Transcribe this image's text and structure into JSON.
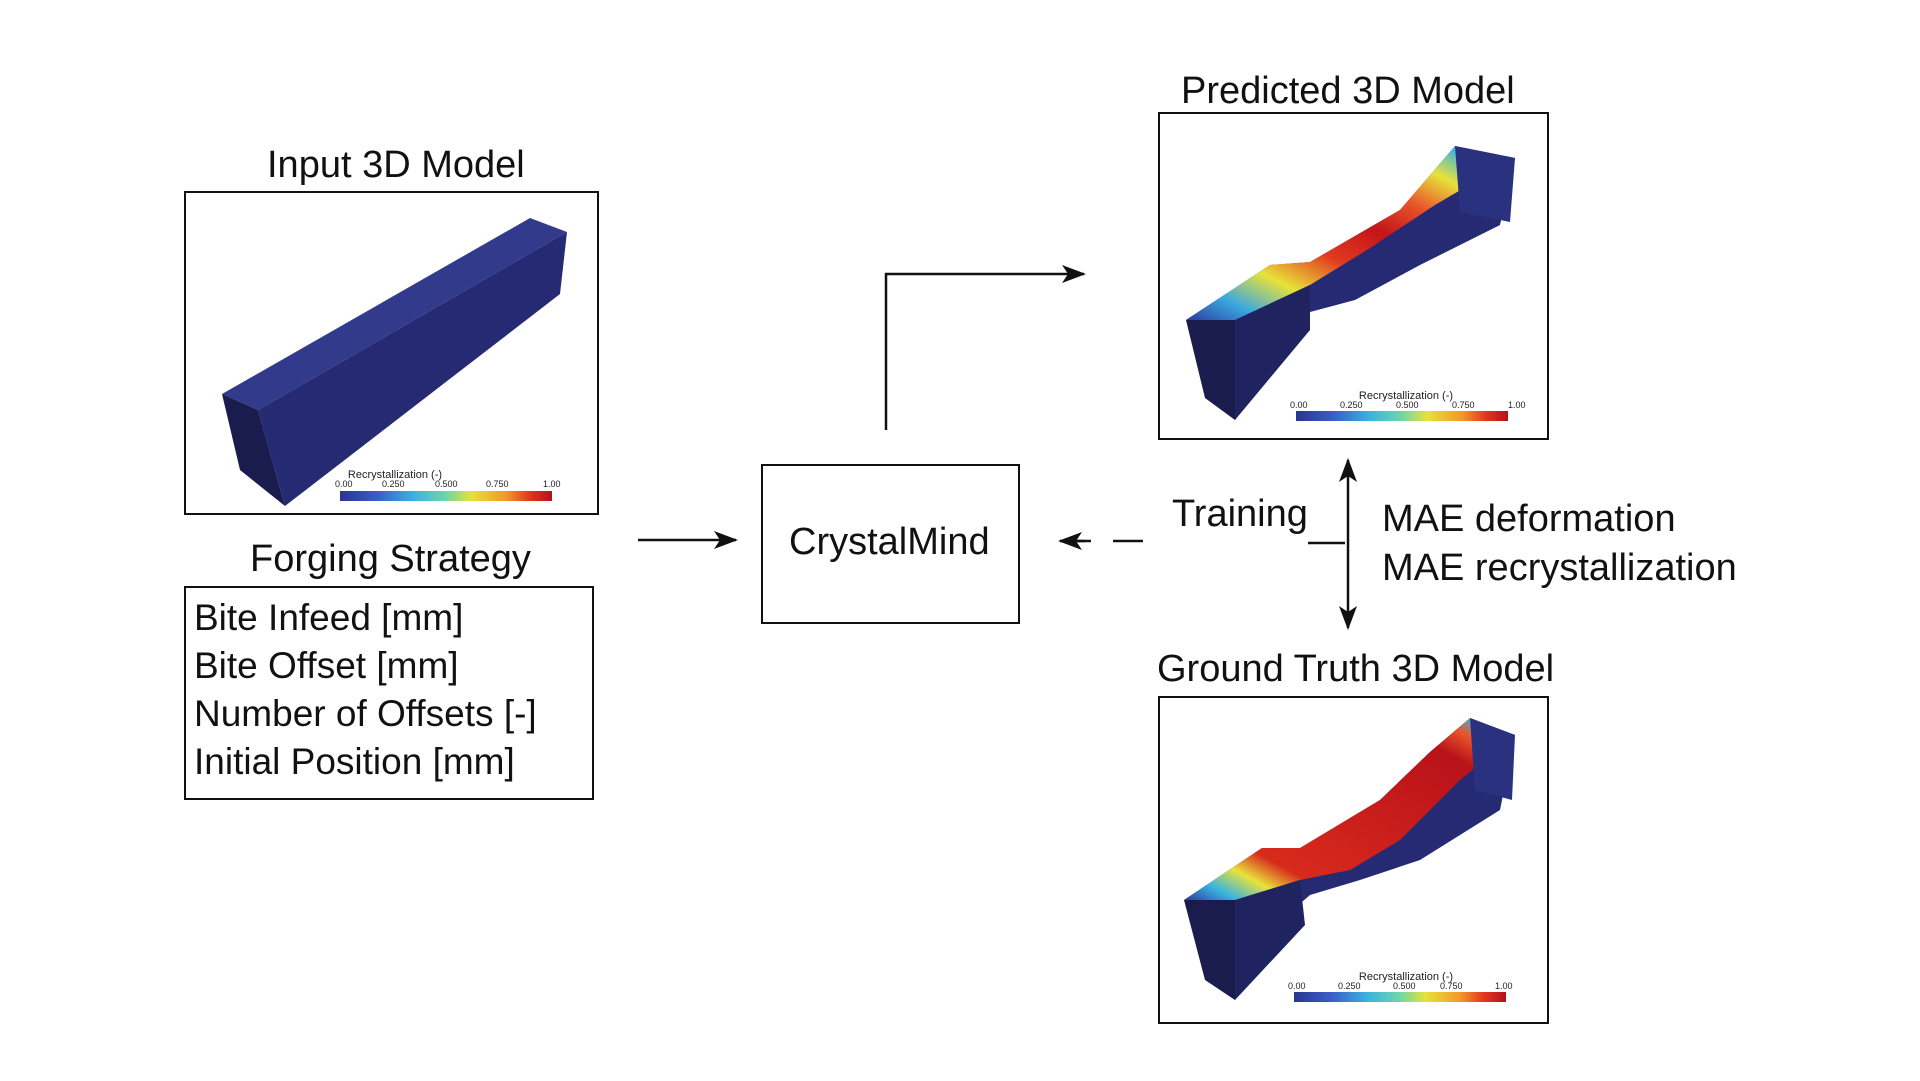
{
  "input_panel": {
    "title": "Input 3D Model",
    "colorbar": {
      "title": "Recrystallization (-)",
      "ticks": [
        "0.00",
        "0.250",
        "0.500",
        "0.750",
        "1.00"
      ]
    }
  },
  "strategy_panel": {
    "title": "Forging Strategy",
    "items": [
      "Bite Infeed [mm]",
      "Bite Offset [mm]",
      "Number of Offsets [-]",
      "Initial Position [mm]"
    ]
  },
  "model_node": {
    "label": "CrystalMind"
  },
  "predicted_panel": {
    "title": "Predicted 3D Model",
    "colorbar": {
      "title": "Recrystallization (-)",
      "ticks": [
        "0.00",
        "0.250",
        "0.500",
        "0.750",
        "1.00"
      ]
    }
  },
  "ground_truth_panel": {
    "title": "Ground Truth 3D Model",
    "colorbar": {
      "title": "Recrystallization (-)",
      "ticks": [
        "0.00",
        "0.250",
        "0.500",
        "0.750",
        "1.00"
      ]
    }
  },
  "training": {
    "label": "Training"
  },
  "metrics": {
    "items": [
      "MAE deformation",
      "MAE recrystallization"
    ]
  },
  "colors": {
    "bar_base": "#262a72",
    "bar_side": "#1a1c4e",
    "bar_top": "#323a8c",
    "edge": "#111111"
  }
}
